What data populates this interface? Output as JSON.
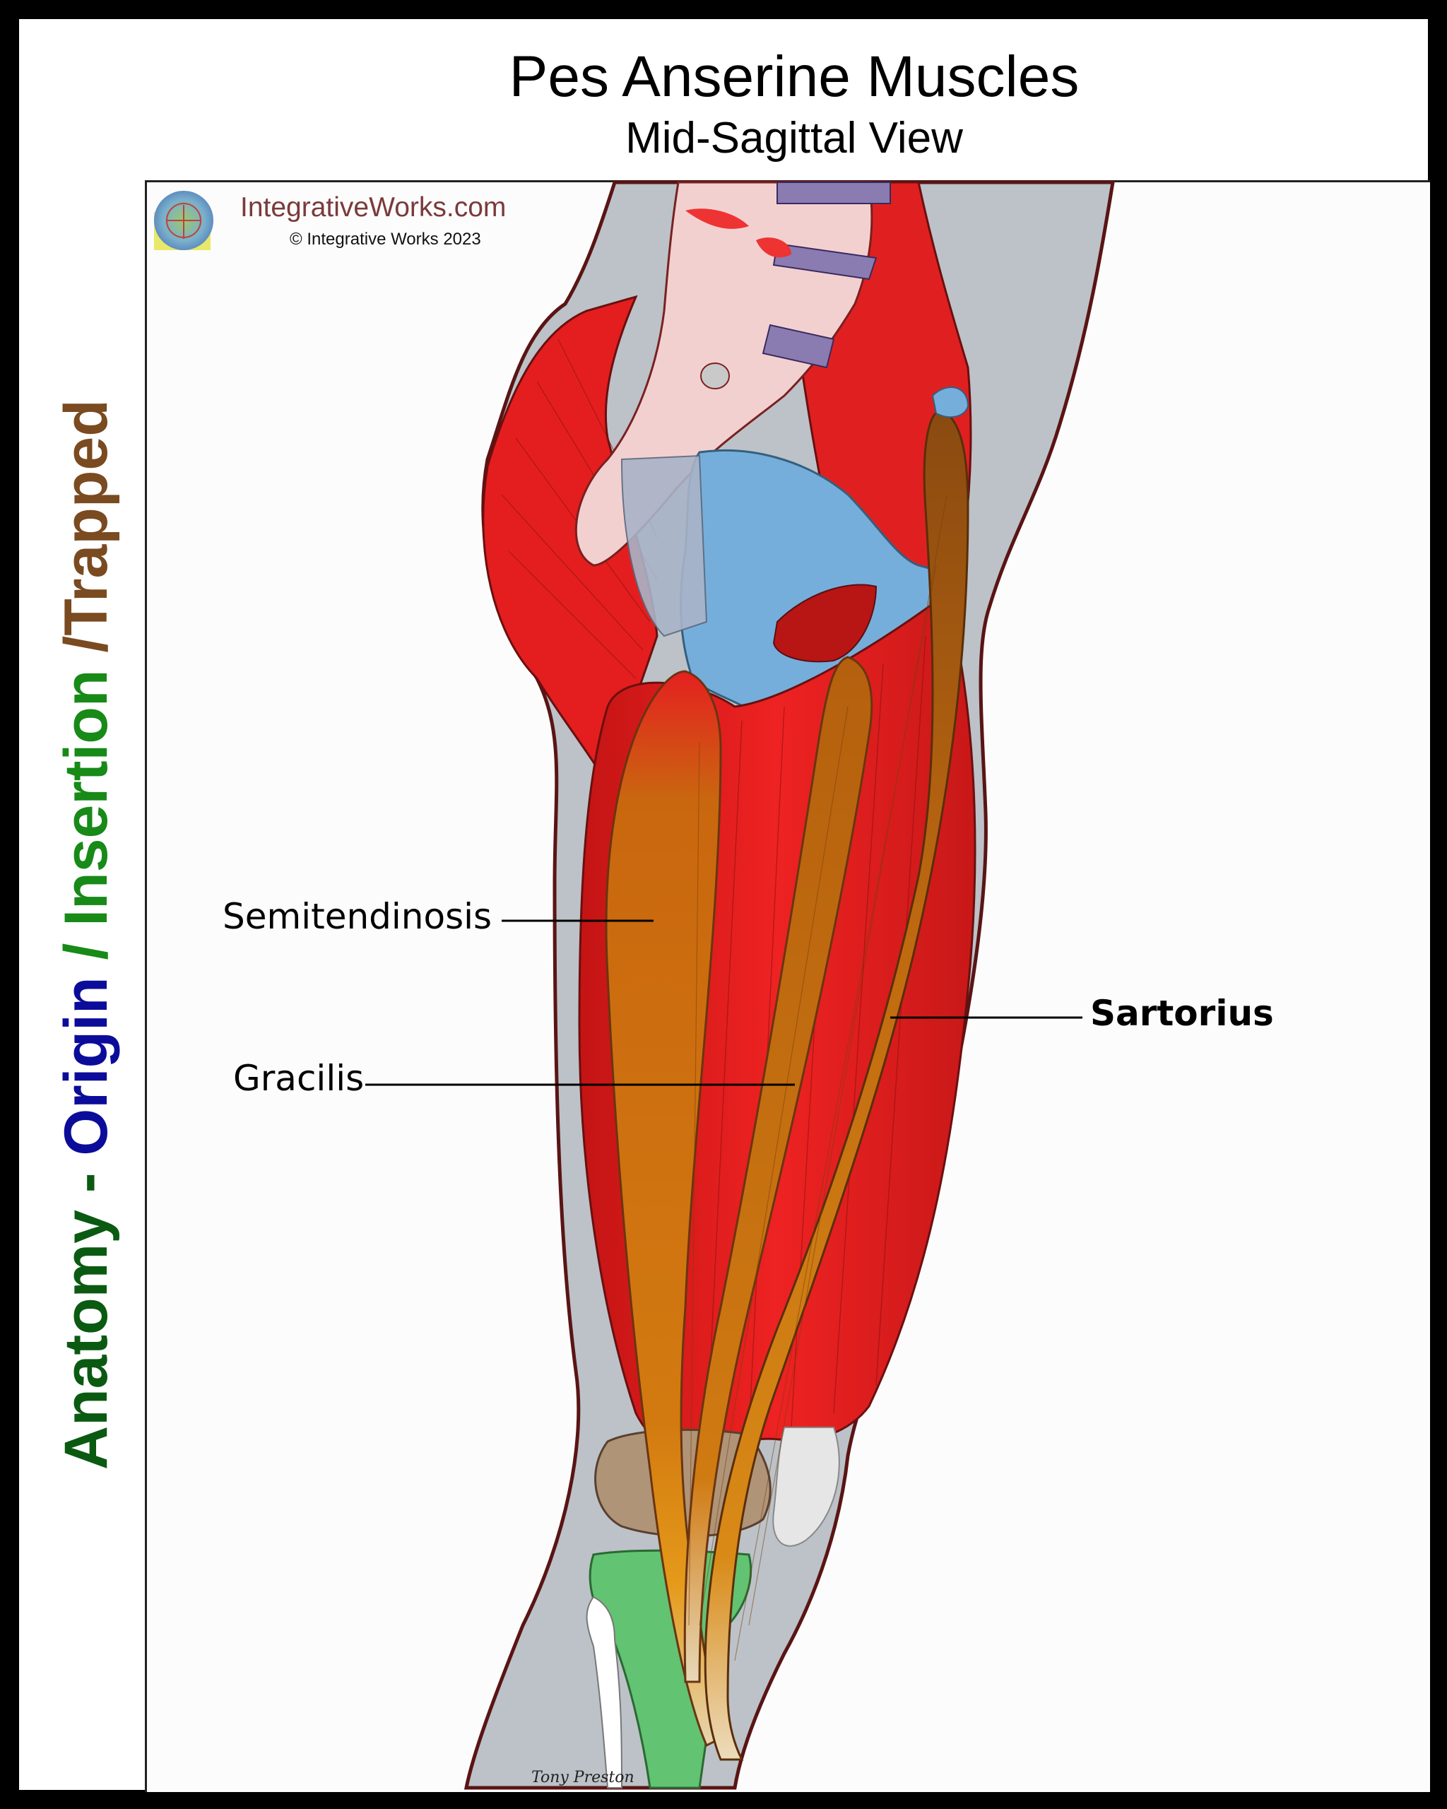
{
  "header": {
    "title": "Pes Anserine Muscles",
    "subtitle": "Mid-Sagittal View"
  },
  "side_title": {
    "part1": "Anatomy - ",
    "part2": "Origin",
    "part3": " / ",
    "part4": "Insertion",
    "part5": " /Trapped"
  },
  "branding": {
    "site": "IntegrativeWorks.com",
    "copyright": "© Integrative Works 2023",
    "logo_text": "IntegrativeWorks.com",
    "signature": "Tony Preston"
  },
  "labels": {
    "semitendinosis": "Semitendinosis",
    "gracilis": "Gracilis",
    "sartorius": "Sartorius"
  },
  "colors": {
    "muscle_red": "#e41e1e",
    "pes_anserine_orange": "#c8720e",
    "pelvis_blue": "#76aedb",
    "tibia_green": "#62c372",
    "patella_tan": "#b09478",
    "skin_grey": "#bcc2c8"
  }
}
